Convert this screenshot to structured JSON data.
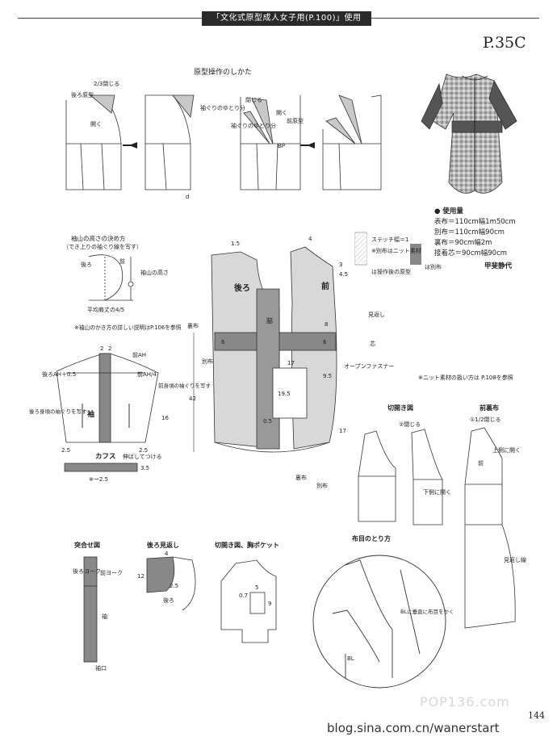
{
  "header": {
    "title": "「文化式原型成人女子用(P.100)」使用",
    "page_code": "P.35C"
  },
  "section1": {
    "title": "原型操作のしかた",
    "close_2_3": "2/3閉じる",
    "open": "開く",
    "back_proto": "後ろ原型",
    "sleeve_ease": "袖ぐりのゆとり分",
    "close": "閉じる",
    "sleeve_ease2": "袖ぐりのゆとり分",
    "front_proto": "前原型",
    "open2": "開く",
    "bp": "BP",
    "d": "d"
  },
  "materials": {
    "title": "● 使用量",
    "lines": [
      "表布＝110cm幅1m50cm",
      "別布＝110cm幅90cm",
      "裏布＝90cm幅2m",
      "接着芯＝90cm幅90cm"
    ],
    "author": "甲斐静代"
  },
  "legend": {
    "stitch": "ステッチ幅＝1",
    "knit": "※別布はニット素材",
    "after": "は操作後の原型",
    "betsu": "は別布"
  },
  "sleeve_cap": {
    "title": "袖山の高さの決め方",
    "subtitle": "（でき上りの袖ぐり線を写す）",
    "back": "後ろ",
    "front": "前",
    "cap_height": "袖山の高さ",
    "avg": "平均肩丈の4/5",
    "note": "※袖山のかき方の詳しい説明はP.106を参照"
  },
  "sleeve": {
    "back_ah": "後ろAH＋0.5",
    "front_ah": "前AH",
    "front_ah2": "前AH/4",
    "back_copy": "後ろ身頃の袖ぐりを写す",
    "front_copy": "前身頃の袖ぐりを写す",
    "label": "袖",
    "n16": "16",
    "n25a": "2.5",
    "n25b": "2.5",
    "n2a": "2",
    "n2b": "2",
    "cuff": "カフス",
    "cuff_note": "伸ばしてつける",
    "cuff_w": "3.5",
    "cuff_len": "※ー2.5"
  },
  "main": {
    "back": "後ろ",
    "front": "前",
    "side": "脇",
    "yoke": "裏布",
    "betsu": "別布",
    "betsu2": "別布",
    "pocket_w": "17",
    "pocket_h": "19.5",
    "n42": "42",
    "n15": "1.5",
    "n4": "4",
    "n45": "4.5",
    "n3": "3",
    "n6a": "6",
    "n6b": "6",
    "n8": "8",
    "n95": "9.5",
    "n17b": "17",
    "n05": "0.5",
    "open_fastener": "オープンファスナー",
    "mikaeshi": "見返し",
    "shin": "芯",
    "ura": "裏布",
    "uraura": "裏布",
    "betsubu": "別布"
  },
  "knit_note": "※ニット素材の扱い方は\nP.108を参照",
  "cut_open": {
    "title": "切開き図",
    "close2": "②閉じる",
    "open_below": "下側に開く",
    "front_lining": "前裏布",
    "close1": "①1/2閉じる",
    "open_above": "上側に開く",
    "front": "前",
    "mikaeshi_line": "見返し線"
  },
  "bottom": {
    "join_title": "突合せ図",
    "back_yoke": "後ろヨーク",
    "front_yoke": "前ヨーク",
    "sleeve": "袖",
    "cuff_mouth": "袖口",
    "facing_title": "後ろ見返し",
    "facing_back": "後ろ",
    "n12": "12",
    "n4": "4",
    "n25": "2.5",
    "pocket_title": "切開き図、胸ポケット",
    "n07": "0.7",
    "n5": "5",
    "n9": "9",
    "grain_title": "布目のとり方",
    "bl_note": "BLに垂直に布目をかく",
    "bl": "BL"
  },
  "page_number": "144",
  "watermark": "POP136.com",
  "blog": "blog.sina.com.cn/wanerstart"
}
